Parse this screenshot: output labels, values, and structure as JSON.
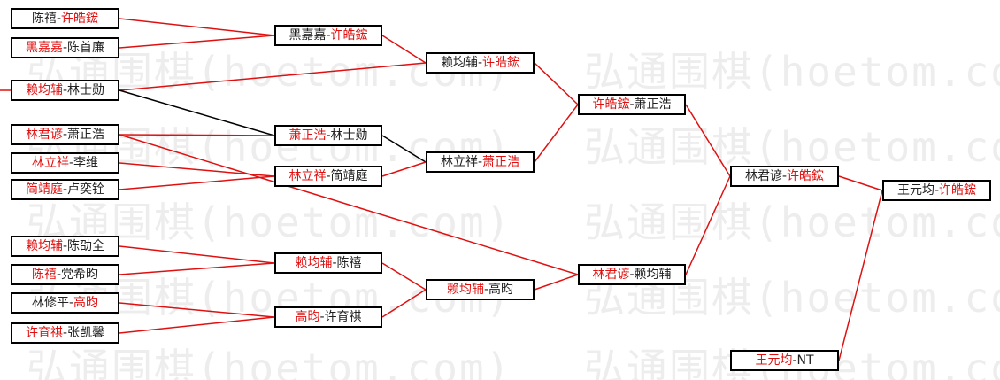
{
  "watermark": "弘通围棋(hoetom.com)",
  "colors": {
    "winner": "#e01010",
    "text": "#222222",
    "line_red": "#e01010",
    "line_black": "#000000"
  },
  "matches": [
    {
      "id": "r1-1",
      "left": "陈禧",
      "right": "许皓鋐",
      "winner": "right"
    },
    {
      "id": "r1-2",
      "left": "黑嘉嘉",
      "right": "陈首廉",
      "winner": "left"
    },
    {
      "id": "r1-3",
      "left": "赖均辅",
      "right": "林士勋",
      "winner": "left"
    },
    {
      "id": "r1-4",
      "left": "林君谚",
      "right": "萧正浩",
      "winner": "left"
    },
    {
      "id": "r1-5",
      "left": "林立祥",
      "right": "李维",
      "winner": "left"
    },
    {
      "id": "r1-6",
      "left": "简靖庭",
      "right": "卢奕铨",
      "winner": "left"
    },
    {
      "id": "r1-7",
      "left": "赖均辅",
      "right": "陈劭全",
      "winner": "left"
    },
    {
      "id": "r1-8",
      "left": "陈禧",
      "right": "党希昀",
      "winner": "left"
    },
    {
      "id": "r1-9",
      "left": "林修平",
      "right": "高昀",
      "winner": "right"
    },
    {
      "id": "r1-10",
      "left": "许育祺",
      "right": "张凯馨",
      "winner": "left"
    },
    {
      "id": "r2-1",
      "left": "黑嘉嘉",
      "right": "许皓鋐",
      "winner": "right"
    },
    {
      "id": "r2-2",
      "left": "萧正浩",
      "right": "林士勋",
      "winner": "left"
    },
    {
      "id": "r2-3",
      "left": "林立祥",
      "right": "简靖庭",
      "winner": "left"
    },
    {
      "id": "r2-4",
      "left": "赖均辅",
      "right": "陈禧",
      "winner": "left"
    },
    {
      "id": "r2-5",
      "left": "高昀",
      "right": "许育祺",
      "winner": "left"
    },
    {
      "id": "r3-1",
      "left": "赖均辅",
      "right": "许皓鋐",
      "winner": "right"
    },
    {
      "id": "r3-2",
      "left": "林立祥",
      "right": "萧正浩",
      "winner": "right"
    },
    {
      "id": "r3-3",
      "left": "赖均辅",
      "right": "高昀",
      "winner": "left"
    },
    {
      "id": "r4-1",
      "left": "许皓鋐",
      "right": "萧正浩",
      "winner": "left"
    },
    {
      "id": "r4-2",
      "left": "林君谚",
      "right": "赖均辅",
      "winner": "left"
    },
    {
      "id": "r5-1",
      "left": "林君谚",
      "right": "许皓鋐",
      "winner": "right"
    },
    {
      "id": "r5-2",
      "left": "王元均",
      "right": "NT",
      "winner": "left"
    },
    {
      "id": "final",
      "left": "王元均",
      "right": "许皓鋐",
      "winner": "right"
    }
  ]
}
